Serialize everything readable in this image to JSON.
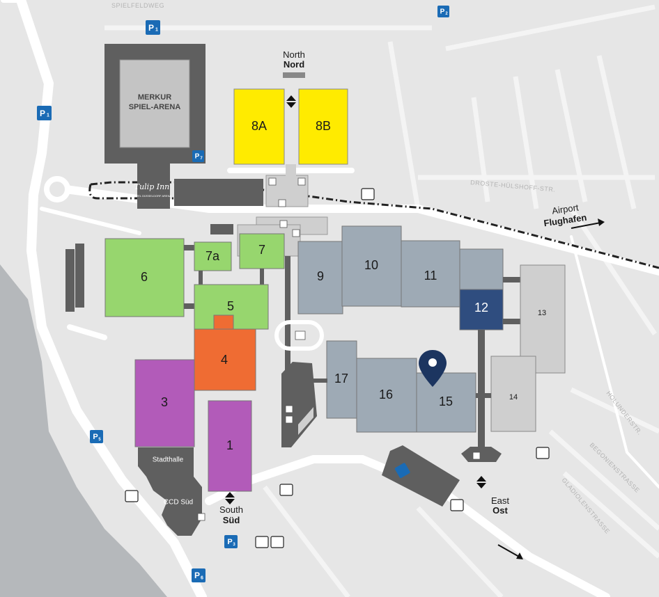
{
  "colors": {
    "background": "#e6e6e6",
    "road": "#ffffff",
    "building_dark": "#5f5f5f",
    "hall_yellow": "#ffeb00",
    "hall_green": "#97d66e",
    "hall_orange": "#ef6c33",
    "hall_purple": "#b25bb9",
    "hall_bluegrey": "#9eaab5",
    "hall_navy": "#2f4d7f",
    "hall_lightgrey": "#cfcfcf",
    "parking_blue": "#1a6bb5",
    "pin": "#1c3560",
    "water": "#b5b8bb"
  },
  "arena": {
    "line1": "MERKUR",
    "line2": "SPIEL-ARENA"
  },
  "hotel": {
    "line1": "Tulip Inn",
    "line2": "HOTEL DÜSSELDORF ARENA"
  },
  "halls": {
    "h8a": "8A",
    "h8b": "8B",
    "h7a": "7a",
    "h7": "7",
    "h6": "6",
    "h5": "5",
    "h4": "4",
    "h3": "3",
    "h1": "1",
    "h9": "9",
    "h10": "10",
    "h11": "11",
    "h12": "12",
    "h13": "13",
    "h14": "14",
    "h15": "15",
    "h16": "16",
    "h17": "17"
  },
  "ccd": {
    "stadthalle": "Stadthalle",
    "ccd_sued": "CCD Süd"
  },
  "entrances": {
    "north": {
      "en": "North",
      "de": "Nord"
    },
    "south": {
      "en": "South",
      "de": "Süd"
    },
    "east": {
      "en": "East",
      "de": "Ost"
    }
  },
  "airport": {
    "en": "Airport",
    "de": "Flughafen"
  },
  "parking": {
    "p1": {
      "letter": "P",
      "number": "1"
    },
    "p2": {
      "letter": "P",
      "number": "2"
    },
    "p5": {
      "letter": "P",
      "number": "5"
    },
    "p6": {
      "letter": "P",
      "number": "6"
    },
    "p7": {
      "letter": "P",
      "number": "7"
    },
    "p3": {
      "letter": "P",
      "number": "3"
    }
  },
  "streets": {
    "spielfeldweg": "SPIELFELDWEG",
    "droste": "DROSTE-HÜLSHOFF-STR.",
    "begonien": "BEGONIENSTRASSE",
    "gladiolen": "GLADIOLENSTRASSE",
    "holunder": "HOLUNDERSTR."
  },
  "icons": {
    "pin": "location-pin-icon",
    "info": "info-icon",
    "bus": "bus-icon",
    "taxi": "taxi-icon",
    "arrow": "direction-arrow-icon",
    "restaurant": "restaurant-icon"
  }
}
